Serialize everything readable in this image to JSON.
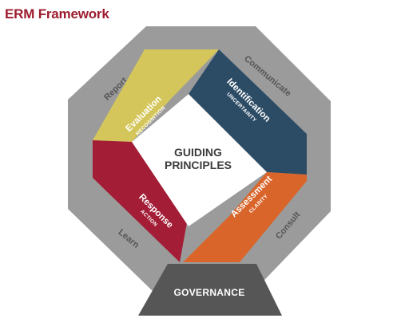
{
  "title": "ERM Framework",
  "colors": {
    "title": "#9c1b2e",
    "ring": "#9b9b9b",
    "ring_text": "#555555",
    "evaluation": "#d4c65a",
    "identification": "#2c4c66",
    "assessment": "#d9652b",
    "response": "#a21d35",
    "center": "#ffffff",
    "center_text": "#3d3d3d",
    "governance": "#565656",
    "governance_text": "#ffffff"
  },
  "ring_labels": {
    "report": "Report",
    "communicate": "Communicate",
    "consult": "Consult",
    "learn": "Learn"
  },
  "segments": {
    "evaluation": {
      "title": "Evaluation",
      "subtitle": "RECOGNITION"
    },
    "identification": {
      "title": "Identification",
      "subtitle": "UNCERTAINTY"
    },
    "assessment": {
      "title": "Assessment",
      "subtitle": "CLARITY"
    },
    "response": {
      "title": "Response",
      "subtitle": "ACTION"
    }
  },
  "center": {
    "line1": "GUIDING",
    "line2": "PRINCIPLES"
  },
  "governance": {
    "label": "GOVERNANCE"
  }
}
